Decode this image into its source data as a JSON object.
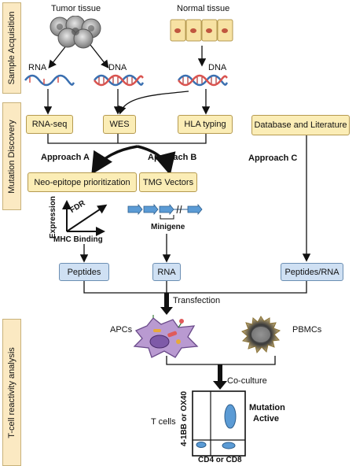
{
  "sections": {
    "sample": "Sample Acquisition",
    "mutation": "Mutation Discovery",
    "tcell": "T-cell reactivity analysis"
  },
  "sources": {
    "tumor": "Tumor tissue",
    "normal": "Normal tissue",
    "rna": "RNA",
    "dna_tumor": "DNA",
    "dna_normal": "DNA"
  },
  "steps": {
    "rnaseq": "RNA-seq",
    "wes": "WES",
    "hla": "HLA typing",
    "database": "Database and Literature",
    "approach_a": "Approach A",
    "approach_b": "Approach B",
    "approach_c": "Approach C",
    "neo": "Neo-epitope prioritization",
    "tmg": "TMG Vectors"
  },
  "plot3d": {
    "expression": "Expression",
    "fdr": "FDR",
    "mhc": "MHC Binding"
  },
  "minigene": "Minigene",
  "outputs": {
    "peptides": "Peptides",
    "rna": "RNA",
    "peptides_rna": "Peptides/RNA"
  },
  "transfection": "Transfection",
  "cells": {
    "apcs": "APCs",
    "pbmcs": "PBMCs"
  },
  "coculture": "Co-culture",
  "facs": {
    "tcells": "T cells",
    "yaxis": "4-1BB or OX40",
    "xaxis": "CD4 or CD8",
    "label_line1": "Mutation",
    "label_line2": "Active"
  },
  "colors": {
    "section_fill": "#fbe9c2",
    "step_fill": "#fbedb6",
    "output_fill": "#cfe0f3",
    "cell_blue": "#5b9bd5",
    "dna_red": "#d9534f",
    "dna_blue": "#3a6fb0"
  }
}
